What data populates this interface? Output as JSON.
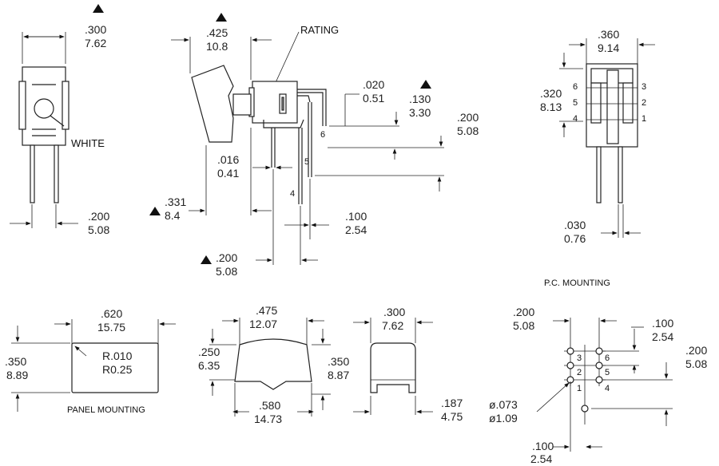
{
  "labels": {
    "rating": "RATING",
    "white": "WHITE",
    "pc_mounting": "P.C. MOUNTING",
    "panel_mounting": "PANEL MOUNTING"
  },
  "front_view": {
    "width_in": ".300",
    "width_mm": "7.62",
    "pitch_in": ".200",
    "pitch_mm": "5.08"
  },
  "side_view": {
    "width_in": ".425",
    "width_mm": "10.8",
    "t1_in": ".020",
    "t1_mm": "0.51",
    "t2_in": ".130",
    "t2_mm": "3.30",
    "t3_in": ".200",
    "t3_mm": "5.08",
    "t4_in": ".016",
    "t4_mm": "0.41",
    "t5_in": ".331",
    "t5_mm": "8.4",
    "t6_in": ".100",
    "t6_mm": "2.54",
    "t7_in": ".200",
    "t7_mm": "5.08",
    "pin4": "4",
    "pin5": "5",
    "pin6": "6"
  },
  "rear_view": {
    "width_in": ".360",
    "width_mm": "9.14",
    "h_in": ".320",
    "h_mm": "8.13",
    "pin_in": ".030",
    "pin_mm": "0.76",
    "pins": [
      "6",
      "5",
      "4",
      "3",
      "2",
      "1"
    ]
  },
  "panel": {
    "w_in": ".620",
    "w_mm": "15.75",
    "h_in": ".350",
    "h_mm": "8.89",
    "r_in": "R.010",
    "r_mm": "R0.25"
  },
  "actuator": {
    "w_in": ".475",
    "w_mm": "12.07",
    "h1_in": ".250",
    "h1_mm": "6.35",
    "h2_in": ".350",
    "h2_mm": "8.87",
    "bw_in": ".580",
    "bw_mm": "14.73"
  },
  "bracket": {
    "w_in": ".300",
    "w_mm": "7.62",
    "h_in": ".187",
    "h_mm": "4.75"
  },
  "pc_layout": {
    "a_in": ".200",
    "a_mm": "5.08",
    "b_in": ".100",
    "b_mm": "2.54",
    "c_in": ".200",
    "c_mm": "5.08",
    "hole_in": "ø.073",
    "hole_mm": "ø1.09",
    "d_in": ".100",
    "d_mm": "2.54",
    "pins": [
      "3",
      "6",
      "2",
      "5",
      "1",
      "4"
    ]
  }
}
